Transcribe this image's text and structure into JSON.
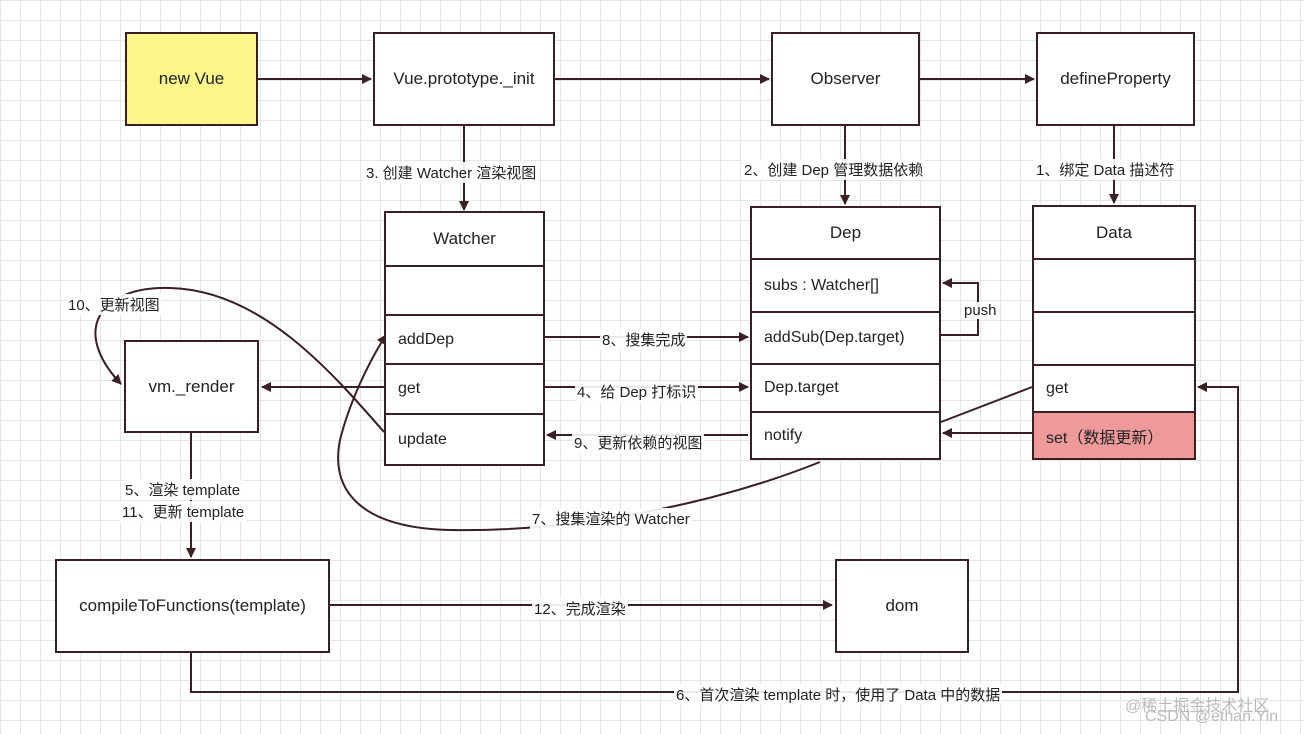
{
  "boxes": {
    "new_vue": "new Vue",
    "vue_init": "Vue.prototype._init",
    "observer": "Observer",
    "define_property": "defineProperty",
    "vm_render": "vm._render",
    "compile": "compileToFunctions(template)",
    "dom": "dom"
  },
  "watcher": {
    "title": "Watcher",
    "rows": [
      "",
      "addDep",
      "get",
      "update"
    ]
  },
  "dep": {
    "title": "Dep",
    "rows": [
      "subs : Watcher[]",
      "addSub(Dep.target)",
      "Dep.target",
      "notify"
    ]
  },
  "data": {
    "title": "Data",
    "rows": [
      "",
      "",
      "get",
      "set（数据更新）"
    ]
  },
  "labels": {
    "l1": "1、绑定 Data 描述符",
    "l2": "2、创建 Dep 管理数据依赖",
    "l3": "3. 创建 Watcher 渲染视图",
    "l4": "4、给 Dep 打标识",
    "l5": "5、渲染 template",
    "l6": "6、首次渲染 template 时，使用了 Data 中的数据",
    "l7": "7、搜集渲染的 Watcher",
    "l8": "8、搜集完成",
    "l9": "9、更新依赖的视图",
    "l10": "10、更新视图",
    "l11": "11、更新 template",
    "l12": "12、完成渲染",
    "push": "push"
  },
  "watermark": {
    "line1": "@稀土掘金技术社区",
    "line2": "CSDN @ethan.Yin"
  },
  "colors": {
    "line": "#3a1f24",
    "yellow": "#fbf58a",
    "red": "#ef9a9a"
  }
}
